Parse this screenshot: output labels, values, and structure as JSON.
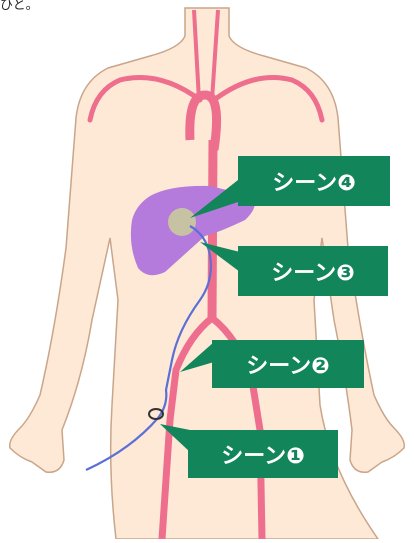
{
  "caption_fragment": "ひと。",
  "scenes": [
    {
      "id": "scene-4",
      "label": "シーン❹"
    },
    {
      "id": "scene-3",
      "label": "シーン❸"
    },
    {
      "id": "scene-2",
      "label": "シーン❷"
    },
    {
      "id": "scene-1",
      "label": "シーン❶"
    }
  ],
  "colors": {
    "skin": "#fde9d6",
    "skin_outline": "#c9a58a",
    "vessel": "#ee6e8d",
    "liver": "#b57bdc",
    "tumor": "#c8c2a4",
    "catheter": "#5b6fd6",
    "label_bg": "#12855a",
    "label_text": "#ffffff"
  }
}
